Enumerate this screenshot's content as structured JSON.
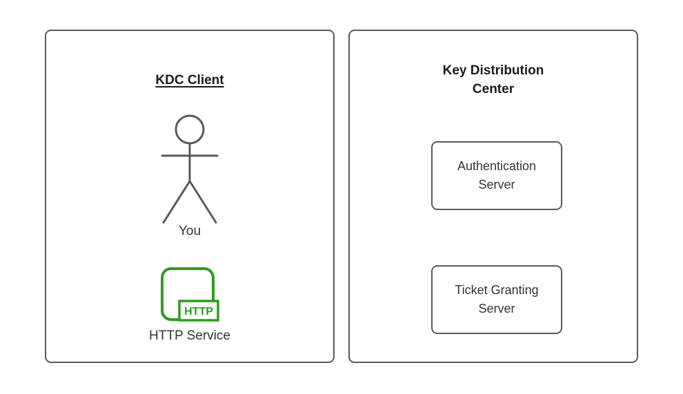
{
  "diagram": {
    "client_panel": {
      "title": "KDC Client",
      "actor_label": "You",
      "http_badge": "HTTP",
      "service_label": "HTTP Service"
    },
    "kdc_panel": {
      "title": "Key Distribution Center",
      "servers": [
        {
          "label": "Authentication Server"
        },
        {
          "label": "Ticket Granting Server"
        }
      ]
    }
  },
  "colors": {
    "background": "#ffffff",
    "border_gray": "#595959",
    "title_text": "#1a1a1a",
    "label_text": "#333333",
    "accent_green": "#2e9b1e"
  }
}
